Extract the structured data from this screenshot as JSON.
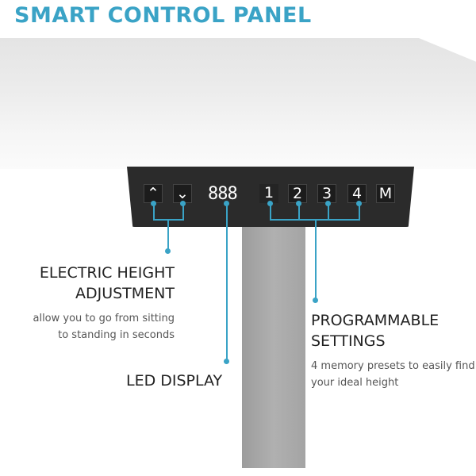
{
  "title": "SMART CONTROL PANEL",
  "panel": {
    "up_icon": "chevron-up-icon",
    "down_icon": "chevron-down-icon",
    "display": "888",
    "presets": [
      "1",
      "2",
      "3",
      "4"
    ],
    "memory": "M"
  },
  "height": {
    "heading1": "ELECTRIC HEIGHT",
    "heading2": "ADJUSTMENT",
    "desc1": "allow you to go from sitting",
    "desc2": "to standing in seconds"
  },
  "led": {
    "heading": "LED DISPLAY"
  },
  "programmable": {
    "heading1": "PROGRAMMABLE",
    "heading2": "SETTINGS",
    "desc1": "4 memory presets to easily find",
    "desc2": "your ideal height"
  },
  "colors": {
    "accent": "#3aa3c6"
  }
}
